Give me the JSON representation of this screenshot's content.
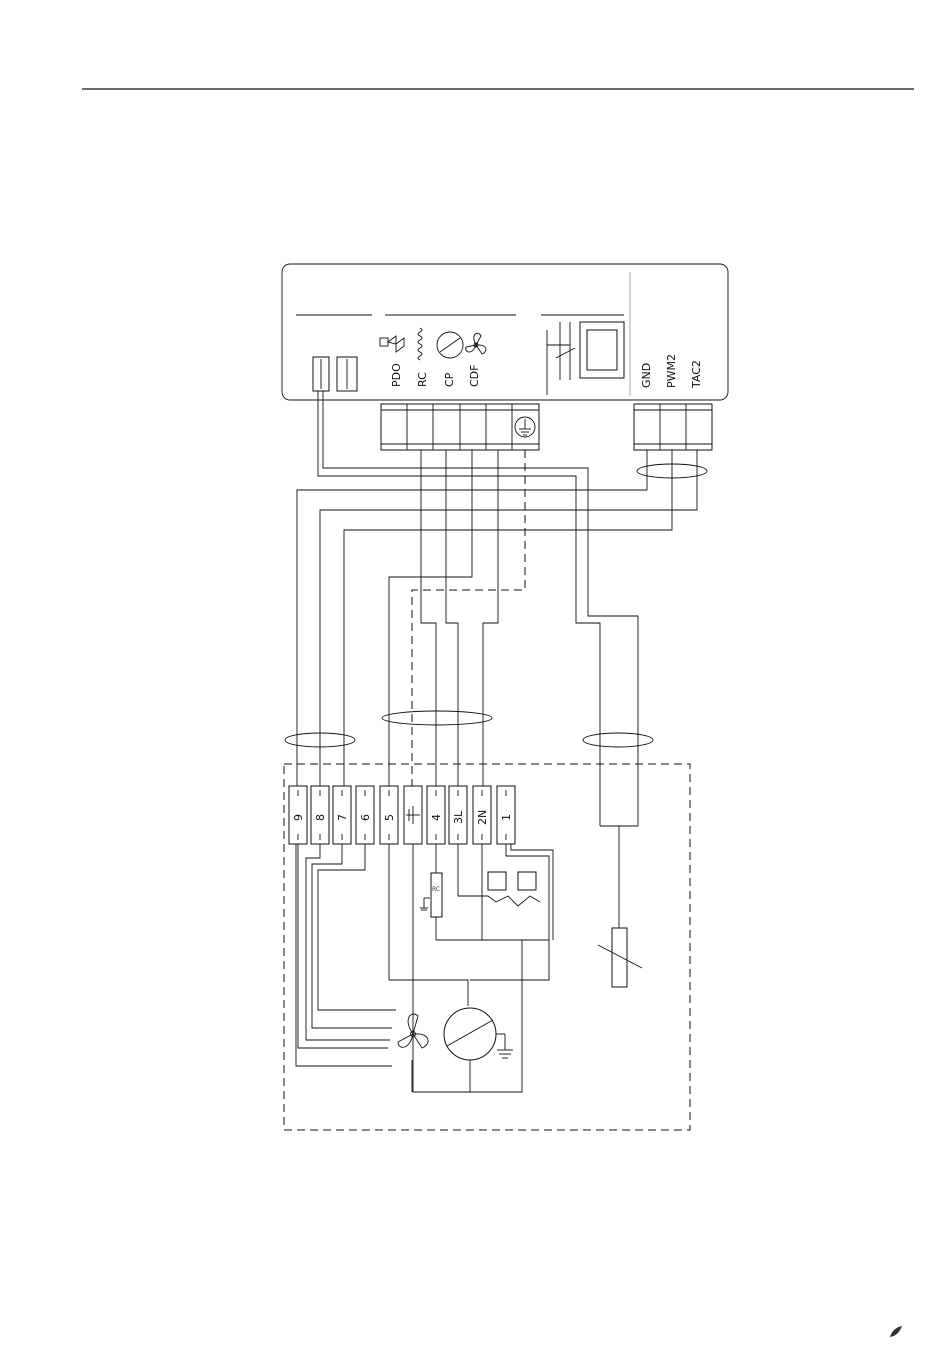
{
  "controller": {
    "load_labels": [
      "PDO",
      "RC",
      "CP",
      "CDF"
    ],
    "signal_labels": [
      "GND",
      "PWM2",
      "TAC2"
    ]
  },
  "terminal_block": {
    "terminals": [
      "9",
      "8",
      "7",
      "6",
      "5",
      "",
      "4",
      "3L",
      "2N",
      "1"
    ]
  },
  "components": {
    "resistor_label": "RC"
  }
}
